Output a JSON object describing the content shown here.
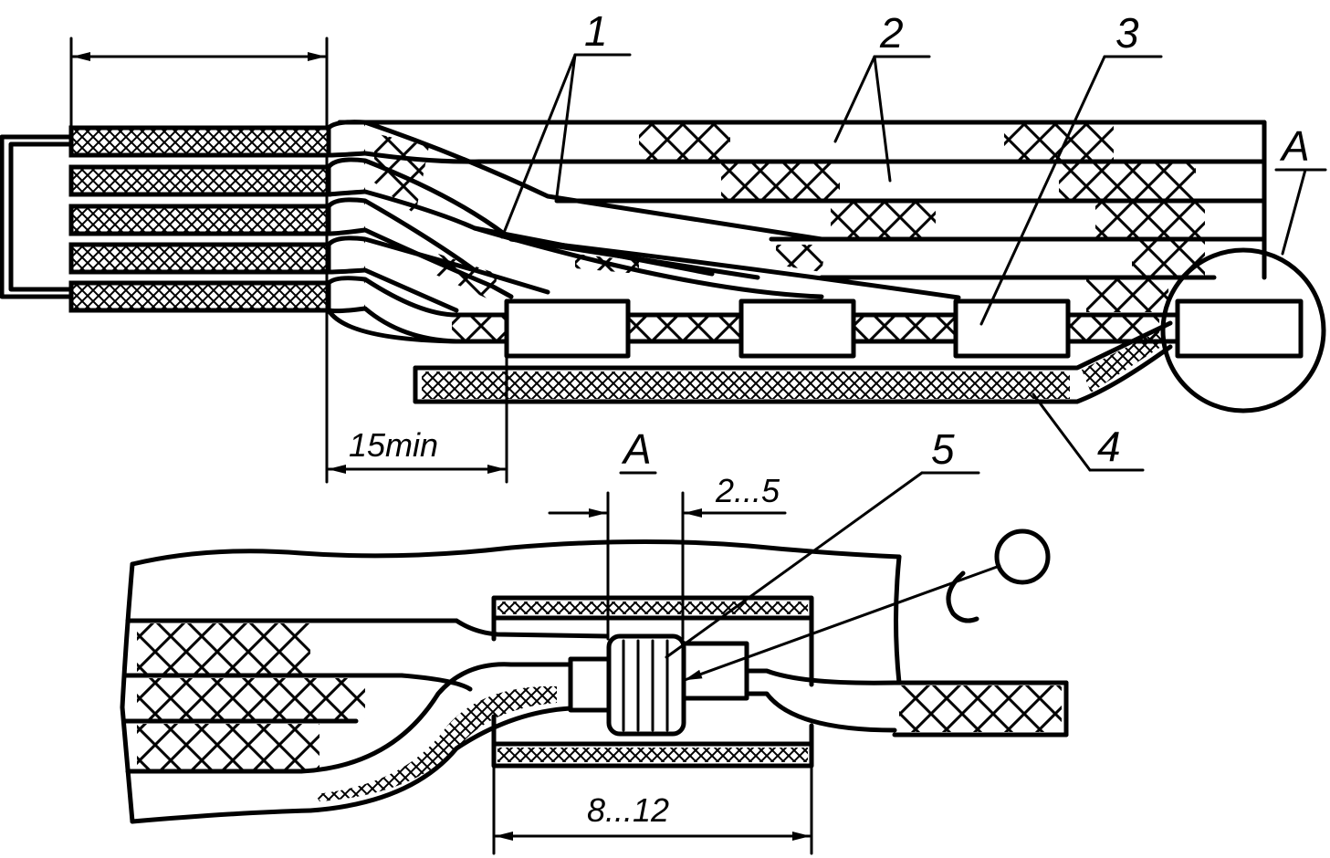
{
  "labels": {
    "callout_1": "1",
    "callout_2": "2",
    "callout_3": "3",
    "callout_4": "4",
    "callout_5": "5",
    "detail_mark_top": "A",
    "detail_mark_bottom": "A",
    "dim_15min": "15min",
    "dim_2_5": "2...5",
    "dim_8_12": "8...12"
  },
  "colors": {
    "ink": "#000000",
    "paper": "#ffffff"
  }
}
